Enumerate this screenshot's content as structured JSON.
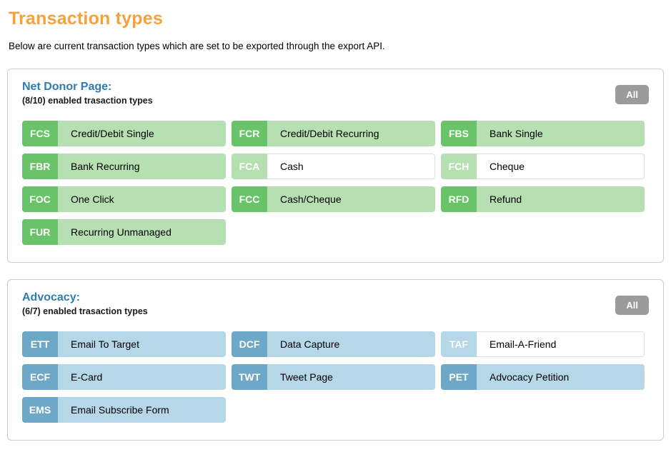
{
  "page": {
    "title": "Transaction types",
    "subtitle": "Below are current transaction types which are set to be exported through the export API."
  },
  "colors": {
    "title_orange": "#f7a13c",
    "heading_blue": "#2f7cb5",
    "green_badge": "#69c369",
    "green_body": "#b7e0b2",
    "blue_badge": "#6ea8c8",
    "blue_body": "#b6d7e8",
    "all_button_gray": "#9b9b9b",
    "disabled_body": "#ffffff"
  },
  "panels": [
    {
      "id": "net-donor-page",
      "theme": "green",
      "heading": "Net Donor Page:",
      "count_text": "(8/10) enabled trasaction types",
      "all_button_label": "All",
      "tiles": [
        {
          "code": "FCS",
          "label": "Credit/Debit Single",
          "enabled": true
        },
        {
          "code": "FCR",
          "label": "Credit/Debit Recurring",
          "enabled": true
        },
        {
          "code": "FBS",
          "label": "Bank Single",
          "enabled": true
        },
        {
          "code": "FBR",
          "label": "Bank Recurring",
          "enabled": true
        },
        {
          "code": "FCA",
          "label": "Cash",
          "enabled": false
        },
        {
          "code": "FCH",
          "label": "Cheque",
          "enabled": false
        },
        {
          "code": "FOC",
          "label": "One Click",
          "enabled": true
        },
        {
          "code": "FCC",
          "label": "Cash/Cheque",
          "enabled": true
        },
        {
          "code": "RFD",
          "label": "Refund",
          "enabled": true
        },
        {
          "code": "FUR",
          "label": "Recurring Unmanaged",
          "enabled": true
        }
      ]
    },
    {
      "id": "advocacy",
      "theme": "blue",
      "heading": "Advocacy:",
      "count_text": "(6/7) enabled trasaction types",
      "all_button_label": "All",
      "tiles": [
        {
          "code": "ETT",
          "label": "Email To Target",
          "enabled": true
        },
        {
          "code": "DCF",
          "label": "Data Capture",
          "enabled": true
        },
        {
          "code": "TAF",
          "label": "Email-A-Friend",
          "enabled": false
        },
        {
          "code": "ECF",
          "label": "E-Card",
          "enabled": true
        },
        {
          "code": "TWT",
          "label": "Tweet Page",
          "enabled": true
        },
        {
          "code": "PET",
          "label": "Advocacy Petition",
          "enabled": true
        },
        {
          "code": "EMS",
          "label": "Email Subscribe Form",
          "enabled": true
        }
      ]
    }
  ]
}
